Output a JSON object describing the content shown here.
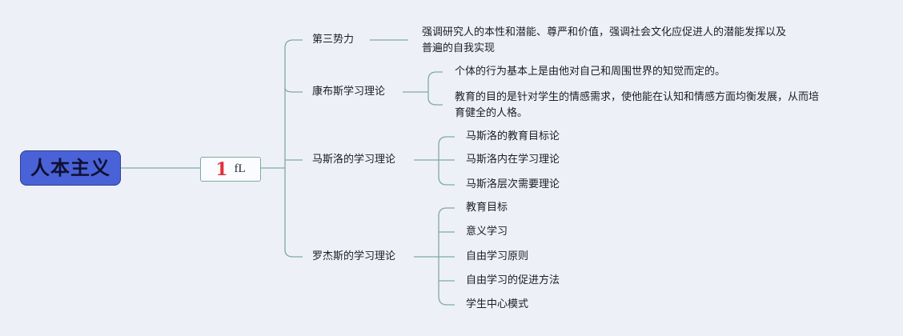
{
  "root": {
    "label": "人本主义"
  },
  "hub": {
    "mark": "1",
    "label": "fL"
  },
  "branches": [
    {
      "label": "第三势力",
      "children": [
        {
          "line1": "强调研究人的本性和潜能、尊严和价值，强调社会文化应促进人的潜能发挥以及",
          "line2": "普遍的自我实现"
        }
      ]
    },
    {
      "label": "康布斯学习理论",
      "children": [
        {
          "line1": "个体的行为基本上是由他对自己和周围世界的知觉而定的。"
        },
        {
          "line1": "教育的目的是针对学生的情感需求，使他能在认知和情感方面均衡发展，从而培",
          "line2": "育健全的人格。"
        }
      ]
    },
    {
      "label": "马斯洛的学习理论",
      "children": [
        {
          "line1": "马斯洛的教育目标论"
        },
        {
          "line1": "马斯洛内在学习理论"
        },
        {
          "line1": "马斯洛层次需要理论"
        }
      ]
    },
    {
      "label": "罗杰斯的学习理论",
      "children": [
        {
          "line1": "教育目标"
        },
        {
          "line1": "意义学习"
        },
        {
          "line1": "自由学习原则"
        },
        {
          "line1": "自由学习的促进方法"
        },
        {
          "line1": "学生中心模式"
        }
      ]
    }
  ],
  "colors": {
    "root": "#4a62d8",
    "line": "#7fa9a4",
    "background": "#eef0f8",
    "mark": "#e0303c"
  }
}
